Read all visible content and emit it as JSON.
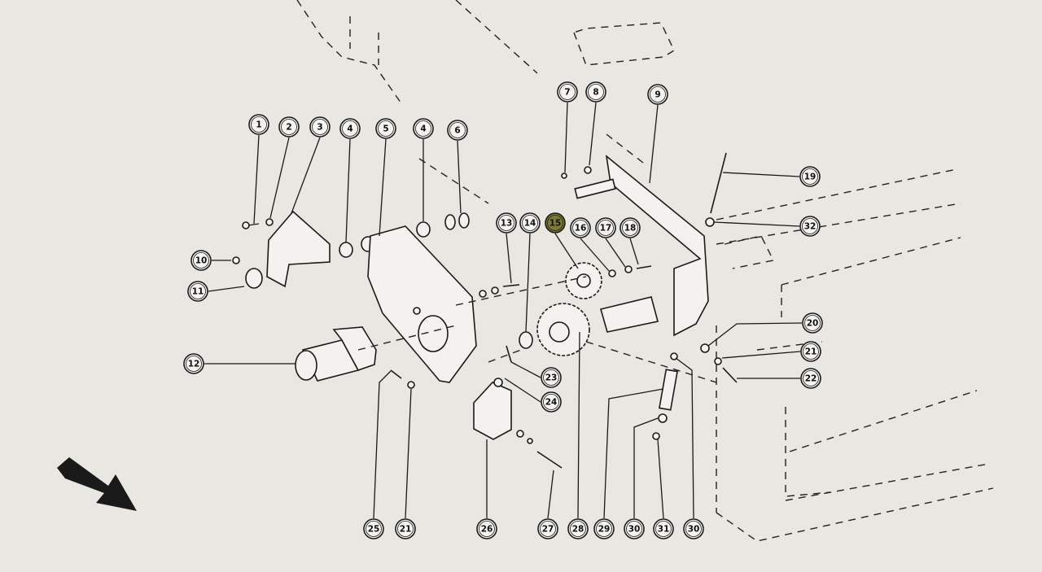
{
  "diagram": {
    "highlight_color": "#7d7a2e",
    "line_color": "#1a1a1a",
    "background_color": "#e9e7e1",
    "direction_icon": "arrow-down-right-icon",
    "callouts": [
      {
        "label": "1"
      },
      {
        "label": "2"
      },
      {
        "label": "3"
      },
      {
        "label": "4"
      },
      {
        "label": "5"
      },
      {
        "label": "4"
      },
      {
        "label": "6"
      },
      {
        "label": "7"
      },
      {
        "label": "8"
      },
      {
        "label": "9"
      },
      {
        "label": "10"
      },
      {
        "label": "11"
      },
      {
        "label": "12"
      },
      {
        "label": "13"
      },
      {
        "label": "14"
      },
      {
        "label": "15",
        "highlighted": true
      },
      {
        "label": "16"
      },
      {
        "label": "17"
      },
      {
        "label": "18"
      },
      {
        "label": "19"
      },
      {
        "label": "32"
      },
      {
        "label": "20"
      },
      {
        "label": "21"
      },
      {
        "label": "22"
      },
      {
        "label": "23"
      },
      {
        "label": "24"
      },
      {
        "label": "25"
      },
      {
        "label": "21"
      },
      {
        "label": "26"
      },
      {
        "label": "27"
      },
      {
        "label": "28"
      },
      {
        "label": "29"
      },
      {
        "label": "30"
      },
      {
        "label": "31"
      },
      {
        "label": "30"
      }
    ]
  }
}
